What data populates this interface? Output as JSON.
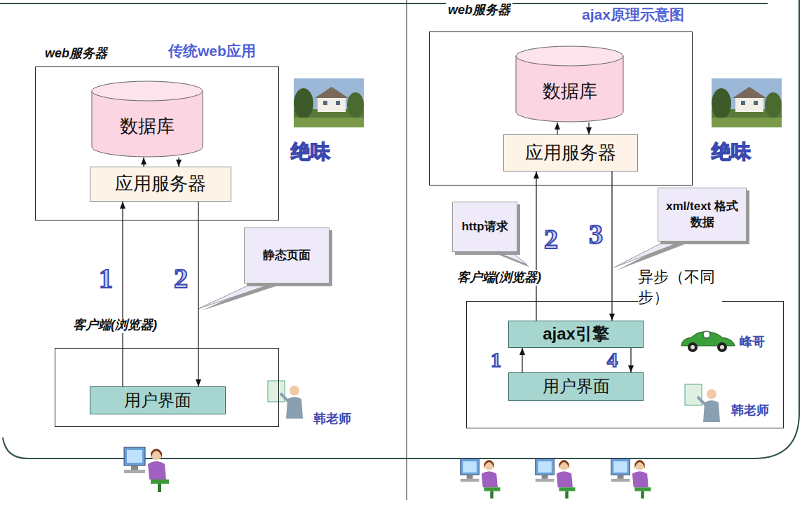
{
  "diagram": {
    "nodes": [
      {
        "text": [
          "web服务器"
        ]
      },
      {
        "text": [
          "数据库"
        ],
        "in": 0
      },
      {
        "text": [
          "应用服务器"
        ],
        "in": 0
      },
      {
        "text": [
          "静态页面"
        ]
      },
      {
        "text": [
          "客户端(浏览器)"
        ]
      },
      {
        "text": [
          "用户界面"
        ],
        "in": 4
      },
      {
        "text": [
          "web服务器"
        ]
      },
      {
        "text": [
          "数据库"
        ],
        "in": 6
      },
      {
        "text": [
          "应用服务器"
        ],
        "in": 6
      },
      {
        "text": [
          "http请求"
        ]
      },
      {
        "text": [
          "xml/text 格式数据"
        ]
      },
      {
        "text": [
          "客户端(浏览器)"
        ]
      },
      {
        "text": [
          "ajax引擎"
        ],
        "in": 11
      },
      {
        "text": [
          "用户界面"
        ],
        "in": 11
      }
    ],
    "edges": [
      {
        "from": 2,
        "to": 1,
        "arrow": "to"
      },
      {
        "from": 1,
        "to": 2,
        "arrow": "to"
      },
      {
        "from": 5,
        "to": 2,
        "arrow": "to"
      },
      {
        "from": 2,
        "to": 5,
        "arrow": "to"
      },
      {
        "from": 8,
        "to": 7,
        "arrow": "to"
      },
      {
        "from": 7,
        "to": 8,
        "arrow": "to"
      },
      {
        "from": 12,
        "to": 8,
        "arrow": "to"
      },
      {
        "from": 8,
        "to": 12,
        "arrow": "to"
      },
      {
        "from": 13,
        "to": 12,
        "arrow": "to"
      },
      {
        "from": 12,
        "to": 13,
        "arrow": "to"
      }
    ],
    "labels": [
      "传统web应用",
      "1",
      "2",
      "绝味",
      "韩老师",
      "ajax原理示意图",
      "2",
      "3",
      "异步（不同步）",
      "绝味",
      "1",
      "4",
      "峰哥",
      "韩老师"
    ]
  }
}
